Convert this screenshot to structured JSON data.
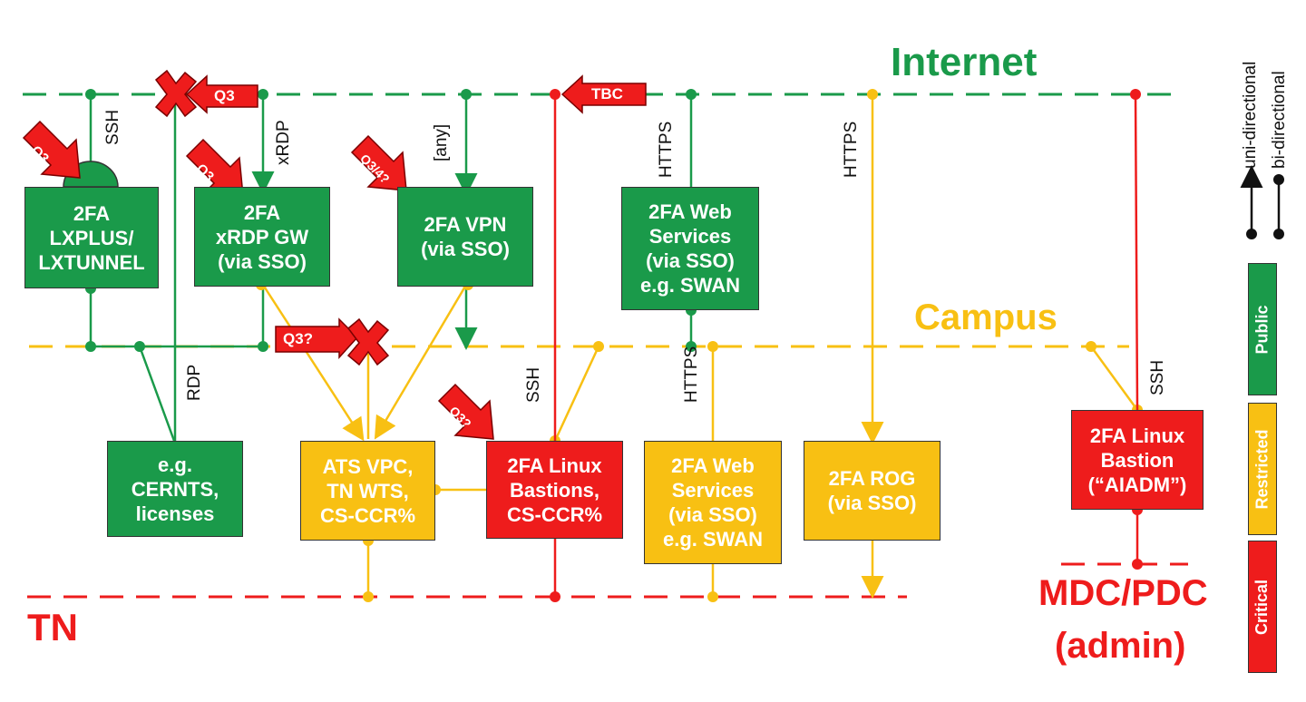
{
  "colors": {
    "green": "#1a9a4a",
    "yellow": "#f8c013",
    "red": "#ee1c1c"
  },
  "zones": {
    "internet": "Internet",
    "campus": "Campus",
    "tn": "TN",
    "mdc": "MDC/PDC",
    "admin": "(admin)"
  },
  "boxes": {
    "lxplus": "2FA\nLXPLUS/\nLXTUNNEL",
    "xrdp": "2FA\nxRDP GW\n(via SSO)",
    "vpn": "2FA VPN\n(via SSO)",
    "web_public": "2FA Web\nServices\n(via SSO)\ne.g. SWAN",
    "cernts": "e.g.\nCERNTS,\nlicenses",
    "ats": "ATS VPC,\nTN WTS,\nCS-CCR%",
    "bastions": "2FA Linux\nBastions,\nCS-CCR%",
    "web_restricted": "2FA Web\nServices\n(via SSO)\ne.g. SWAN",
    "rog": "2FA ROG\n(via SSO)",
    "aiadm": "2FA Linux\nBastion\n(“AIADM”)"
  },
  "protocols": {
    "ssh": "SSH",
    "xrdp": "xRDP",
    "any": "[any]",
    "https": "HTTPS",
    "rdp": "RDP"
  },
  "markers": {
    "q3": "Q3",
    "q3_short": "Q3",
    "q34": "Q3/4?",
    "q3q": "Q3?",
    "tbc": "TBC"
  },
  "legend": {
    "uni": "uni-directional",
    "bi": "bi-directional",
    "public": "Public",
    "restricted": "Restricted",
    "critical": "Critical"
  }
}
